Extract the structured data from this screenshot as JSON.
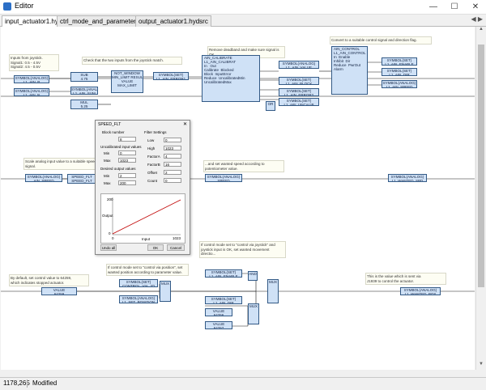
{
  "window": {
    "title": "Editor",
    "minimize": "—",
    "maximize": "☐",
    "close": "✕"
  },
  "tabs": [
    {
      "label": "input_actuator1.hydsrc"
    },
    {
      "label": "ctrl_mode_and_parameters.hydsrc"
    },
    {
      "label": "output_actuator1.hydsrc"
    }
  ],
  "notes": {
    "n1": "Inputs from joystick.\nSignal1: 0.5 - 4.5V\nSignal2: 4.5 - 0.5V",
    "n2": "Check that the two inputs from the joystick match.",
    "n3": "Remove deadband and make sure signal is OK.",
    "n4": "Convert to a suitable control signal and direction flag.",
    "n5": "Scale analog input value to a suitable speed signal.",
    "n6": "...and set wanted speed according to potentiometer value.",
    "n7": "If control mode set to \"control via joystick\" and\njoystick input is OK, set wanted movement\ndirectio...",
    "n8": "If control mode set to \"control via position\", set\nwanted position according to parameter value.",
    "n9": "By default, set control value to 64259,\nwhich indicates stopped actuator.",
    "n10": "This is the value which is sent via\nJ1939 to control the actuator."
  },
  "blocks": {
    "sym_a": "SYMBOL(ANALOG)\nL1_AIN_P",
    "sym_b": "SYMBOL(ANALOG)\nL1_AIN_N",
    "sub": "SUB\n4.75",
    "sym_sum": "SYMBOL(ANALOG)\nL1_AIN_SUM",
    "mul": "MUL\n5.25",
    "window": "NOT_WINDOW\nMIN_LIMIT RESULT\nVALUE\nMAX_LIMIT",
    "sym_set1": "SYMBOL(SET)\nL1_AIN_ERROR1",
    "calibrate": "AIN_CALIBRATE\nL1_AIN_CALIBRAT\nIn   Out\nCalibrate  Blocked\nBlock  InputError\nReduce  UncalibratedMin\nUncalibratedMax",
    "sym_value": "SYMBOL(ANALOG)\nL1_AIN_VALUE",
    "sym_block": "SYMBOL(SET)\nL1_AIN_BLOCK",
    "sym_error2": "SYMBOL(SET)\nL1_AIN_ERROR2",
    "sym_uncal": "SYMBOL(SET)\nL1_AIN_UNCALIB",
    "or1": "OR",
    "control": "AIN_CONTROL\nL1_AIN_CONTROL\nIn  Enable\nInhibit  Dir\nReduce  PwrOut\nAlarm",
    "sym_enable": "SYMBOL(SET)\nL1_AIN_ENABLE",
    "sym_dir": "SYMBOL(SET)\nL1_AIN_DIR",
    "sym_speed": "SYMBOL(ANALOG)\nL1_AIN_SPEED",
    "sym_ain_speed": "SYMBOL(ANALOG)\nAIN_SPEED",
    "flt": "SPEED_FLT\nSPEED_FLT",
    "sym_speed2": "SYMBOL(ANALOG)\nSPEED",
    "sym_wanted": "SYMBOL(ANALOG)\nL1_WANTED_SPD",
    "value1": "VALUE\n64259",
    "sym_cvj": "SYMBOL(SET)\nCONTROL_VIA_JO",
    "sym_setpos": "SYMBOL(ANALOG)\nL1_SET_POSITION",
    "mux1": "MUX",
    "sym_en2": "SYMBOL(SET)\nL1_AIN_ENABLE",
    "and1": "AND",
    "mux2": "MUX",
    "sym_dir2": "SYMBOL(SET)\nL1_AIN_DIR",
    "value2": "VALUE\n64256",
    "value3": "VALUE\n64257",
    "mux3": "MUX",
    "sym_out": "SYMBOL(ANALOG)\nL1_WANTED_POS"
  },
  "dialog": {
    "title": "SPEED_FLT",
    "close": "✕",
    "block_number_label": "Block number",
    "block_number": "8",
    "uncal_label": "Uncalibrated input values",
    "min_label": "Min",
    "min": "0",
    "max_label": "Max",
    "max": "1023",
    "desired_label": "Desired output values",
    "omin_label": "Min",
    "omin": "2",
    "omax_label": "Max",
    "omax": "200",
    "filter_label": "Filter Settings",
    "low_label": "Low",
    "low": "0",
    "high_label": "High",
    "high": "1023",
    "factor_a_label": "FactorA",
    "factor_a": "4",
    "factor_b_label": "FactorB",
    "factor_b": "16",
    "offset_label": "Offset",
    "offset": "2",
    "count_label": "Count",
    "count": "0",
    "plot_x_label": "Input",
    "plot_y_label": "Output",
    "plot_y_max": "200",
    "plot_y_min": "0",
    "plot_x_min": "0",
    "plot_x_max": "1023",
    "undo_button": "Undo all",
    "ok_button": "OK",
    "cancel_button": "Cancel"
  },
  "status": {
    "coords": "1178,265",
    "state": "Modified"
  },
  "colors": {
    "block_fill": "#cfe1f6",
    "block_border": "#335a86",
    "wire": "#1a1a1a",
    "plot_line": "#c00000"
  }
}
